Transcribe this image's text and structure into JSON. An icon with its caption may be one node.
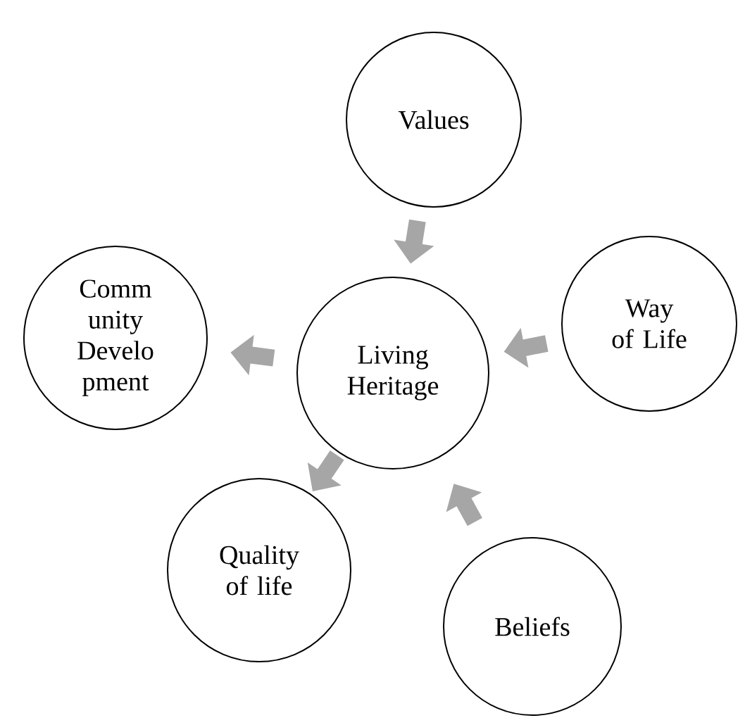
{
  "diagram": {
    "nodes": [
      {
        "text": [
          "Values"
        ]
      },
      {
        "text": [
          "Comm unity Develo pment"
        ]
      },
      {
        "text": [
          "Way of Life"
        ]
      },
      {
        "text": [
          "Living Heritage"
        ]
      },
      {
        "text": [
          "Quality of life"
        ]
      },
      {
        "text": [
          "Beliefs"
        ]
      }
    ],
    "edges": [
      {
        "from": 0,
        "to": 3,
        "arrow": "to"
      },
      {
        "from": 2,
        "to": 3,
        "arrow": "to"
      },
      {
        "from": 5,
        "to": 3,
        "arrow": "to"
      },
      {
        "from": 3,
        "to": 1,
        "arrow": "to"
      },
      {
        "from": 3,
        "to": 4,
        "arrow": "to"
      }
    ]
  }
}
